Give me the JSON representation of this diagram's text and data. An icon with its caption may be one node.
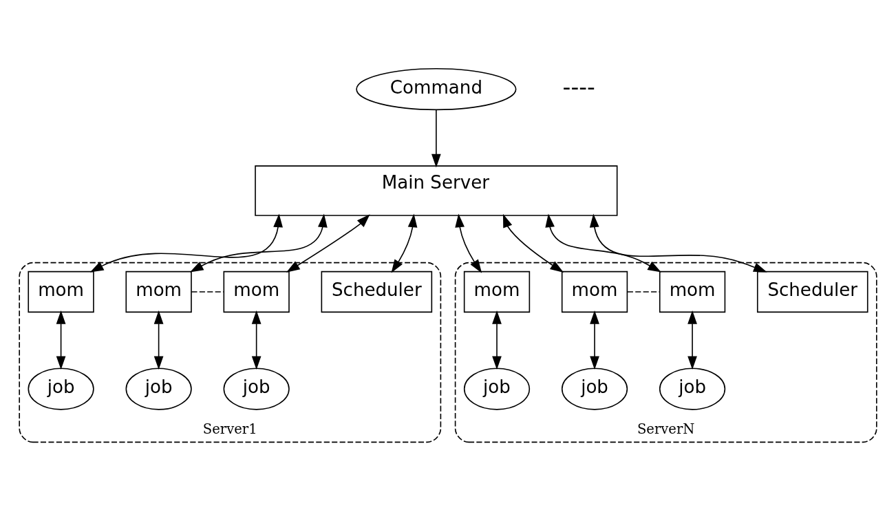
{
  "diagram": {
    "nodes": [
      {
        "text": [
          "Command"
        ]
      },
      {
        "text": [
          "Main Server"
        ]
      },
      {
        "text": [
          "Server1"
        ]
      },
      {
        "text": [
          "Scheduler"
        ],
        "in": 2
      },
      {
        "text": [
          "mom"
        ],
        "in": 2
      },
      {
        "text": [
          "mom"
        ],
        "in": 2
      },
      {
        "text": [
          "mom"
        ],
        "in": 2
      },
      {
        "text": [
          "job"
        ],
        "in": 2
      },
      {
        "text": [
          "job"
        ],
        "in": 2
      },
      {
        "text": [
          "job"
        ],
        "in": 2
      },
      {
        "text": [
          "ServerN"
        ]
      },
      {
        "text": [
          "Scheduler"
        ],
        "in": 10
      },
      {
        "text": [
          "mom"
        ],
        "in": 10
      },
      {
        "text": [
          "mom"
        ],
        "in": 10
      },
      {
        "text": [
          "mom"
        ],
        "in": 10
      },
      {
        "text": [
          "job"
        ],
        "in": 10
      },
      {
        "text": [
          "job"
        ],
        "in": 10
      },
      {
        "text": [
          "job"
        ],
        "in": 10
      }
    ],
    "edges": [
      {
        "from": 0,
        "to": 1,
        "arrow": "to"
      },
      {
        "from": 1,
        "to": 4,
        "arrow": "both"
      },
      {
        "from": 1,
        "to": 5,
        "arrow": "both"
      },
      {
        "from": 1,
        "to": 6,
        "arrow": "both"
      },
      {
        "from": 1,
        "to": 3,
        "arrow": "both"
      },
      {
        "from": 1,
        "to": 12,
        "arrow": "both"
      },
      {
        "from": 1,
        "to": 13,
        "arrow": "both"
      },
      {
        "from": 1,
        "to": 14,
        "arrow": "both"
      },
      {
        "from": 1,
        "to": 11,
        "arrow": "both"
      },
      {
        "from": 5,
        "to": 6,
        "arrow": "none",
        "style": "dashed"
      },
      {
        "from": 13,
        "to": 14,
        "arrow": "none",
        "style": "dashed"
      },
      {
        "from": 4,
        "to": 7,
        "arrow": "both"
      },
      {
        "from": 5,
        "to": 8,
        "arrow": "both"
      },
      {
        "from": 6,
        "to": 9,
        "arrow": "both"
      },
      {
        "from": 12,
        "to": 15,
        "arrow": "both"
      },
      {
        "from": 13,
        "to": 16,
        "arrow": "both"
      },
      {
        "from": 14,
        "to": 17,
        "arrow": "both"
      }
    ],
    "labels": [
      "----"
    ]
  }
}
